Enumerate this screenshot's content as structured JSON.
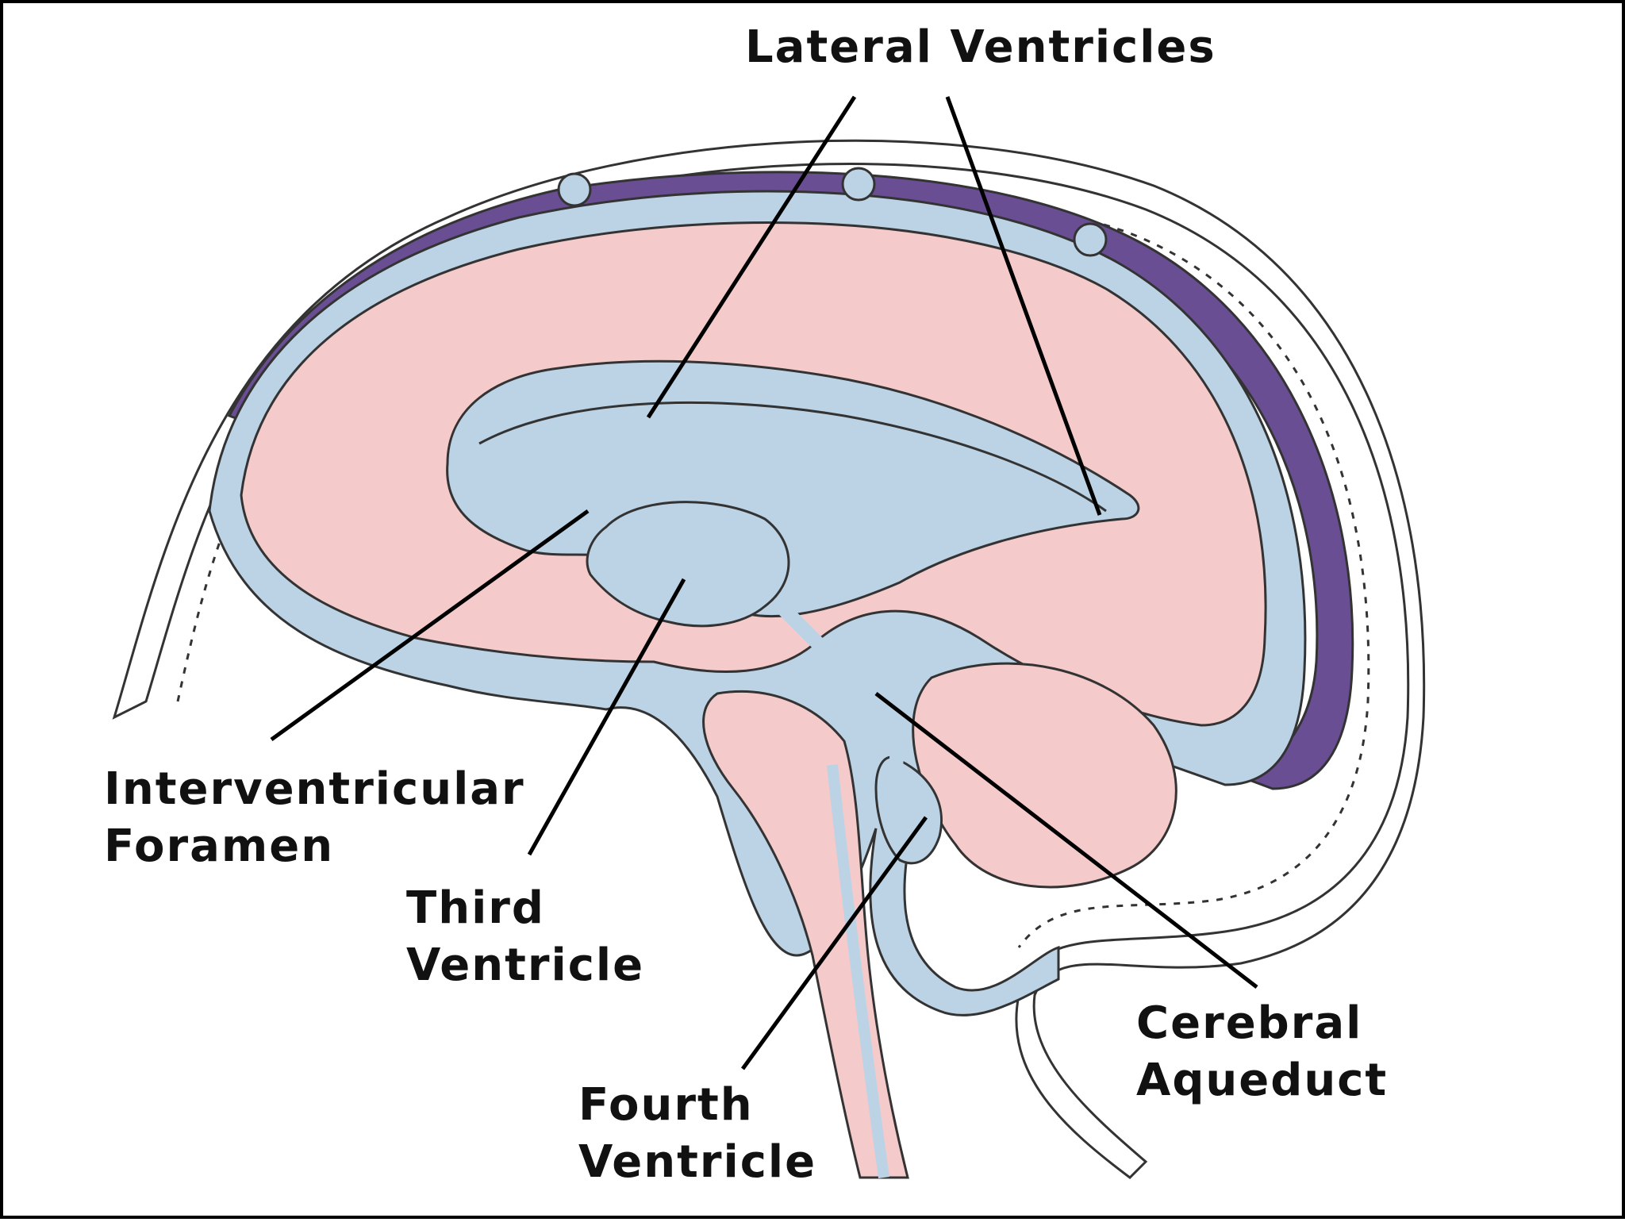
{
  "diagram": {
    "labels": {
      "lateral_ventricles": "Lateral Ventricles",
      "interventricular_line1": "Interventricular",
      "interventricular_line2": "Foramen",
      "third_line1": "Third",
      "third_line2": "Ventricle",
      "cerebral_line1": "Cerebral",
      "cerebral_line2": "Aqueduct",
      "fourth_line1": "Fourth",
      "fourth_line2": "Ventricle"
    },
    "colors": {
      "csf": "#BCD3E6",
      "brain_tissue": "#F4CACB",
      "venous_sinus": "#6A4E93",
      "outline": "#333333",
      "leader_line": "#000000"
    }
  }
}
